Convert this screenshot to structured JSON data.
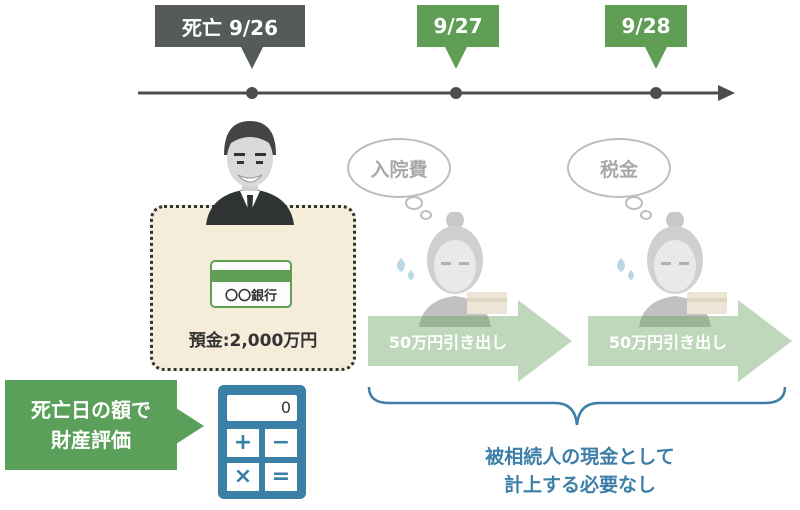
{
  "timeline": {
    "dates": [
      {
        "label": "死亡 9/26",
        "color": "#555a5a"
      },
      {
        "label": "9/27",
        "color": "#5f9e54"
      },
      {
        "label": "9/28",
        "color": "#5f9e54"
      }
    ]
  },
  "deposit": {
    "bank_label": "〇〇銀行",
    "amount_label": "預金:2,000万円"
  },
  "expenses": [
    {
      "thought": "入院費",
      "withdraw": "50万円引き出し"
    },
    {
      "thought": "税金",
      "withdraw": "50万円引き出し"
    }
  ],
  "callout": {
    "line1": "死亡日の額で",
    "line2": "財産評価"
  },
  "calculator": {
    "display": "0",
    "keys": [
      "+",
      "−",
      "×",
      "="
    ]
  },
  "note": {
    "line1": "被相続人の現金として",
    "line2": "計上する必要なし"
  },
  "colors": {
    "green": "#5f9e54",
    "dark": "#555a5a",
    "blue_text": "#3d7fa8",
    "deposit_bg": "#f5ecd9"
  }
}
